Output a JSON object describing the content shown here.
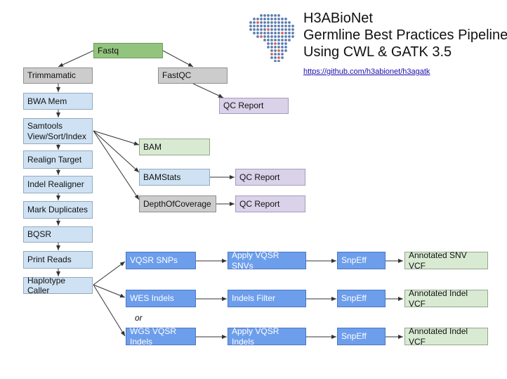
{
  "header": {
    "title_line1": "H3ABioNet",
    "title_line2": "Germline Best Practices Pipeline",
    "title_line3": "Using CWL & GATK 3.5",
    "link": "https://github.com/h3abionet/h3agatk"
  },
  "nodes": {
    "fastq": "Fastq",
    "trimmomatic": "Trimmamatic",
    "fastqc": "FastQC",
    "qc_report_1": "QC Report",
    "bwa_mem": "BWA Mem",
    "samtools": "Samtools View/Sort/Index",
    "bam": "BAM",
    "realign_target": "Realign Target",
    "bamstats": "BAMStats",
    "qc_report_2": "QC Report",
    "indel_realigner": "Indel Realigner",
    "depth_of_coverage": "DepthOfCoverage",
    "qc_report_3": "QC Report",
    "mark_duplicates": "Mark Duplicates",
    "bqsr": "BQSR",
    "print_reads": "Print Reads",
    "haplotype_caller": "Haplotype Caller",
    "vqsr_snps": "VQSR SNPs",
    "apply_vqsr_snvs": "Apply VQSR SNVs",
    "snpeff_1": "SnpEff",
    "annotated_snv_vcf": "Annotated SNV VCF",
    "wes_indels": "WES Indels",
    "indels_filter": "Indels Filter",
    "snpeff_2": "SnpEff",
    "annotated_indel_vcf_1": "Annotated Indel VCF",
    "or_label": "or",
    "wgs_vqsr_indels": "WGS VQSR Indels",
    "apply_vqsr_indels": "Apply VQSR Indels",
    "snpeff_3": "SnpEff",
    "annotated_indel_vcf_2": "Annotated Indel VCF"
  },
  "colors": {
    "fastq": "#93c47d",
    "output_green": "#d9ead3",
    "tool_gray": "#cccccc",
    "step_lightblue": "#cfe2f3",
    "report_purple": "#d9d2e9",
    "variant_blue": "#6d9eeb",
    "logo_blue": "#4a6fa5",
    "logo_red": "#d9503f"
  },
  "logo": {
    "name": "africa-dot-map-logo"
  }
}
